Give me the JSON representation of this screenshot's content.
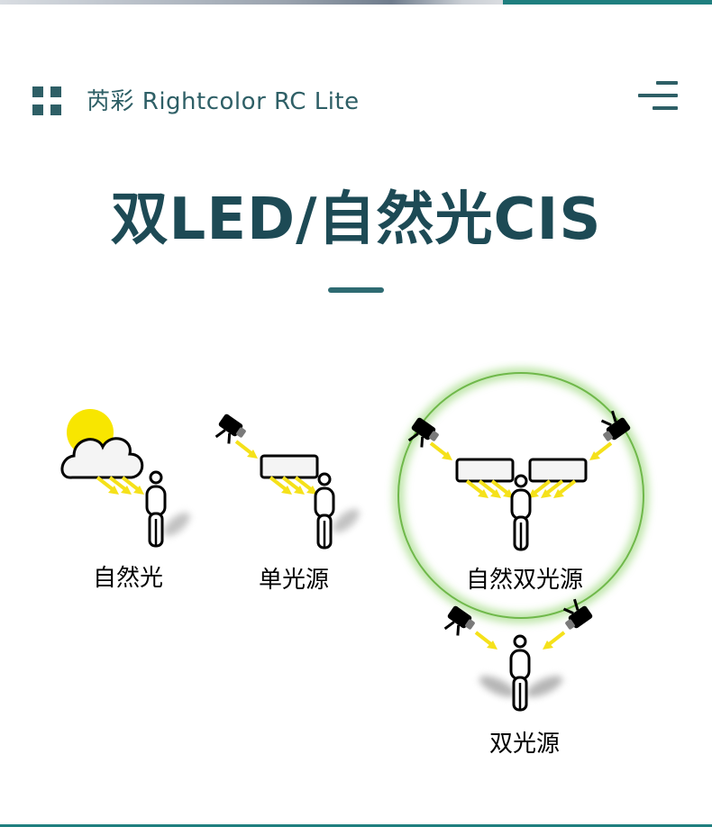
{
  "header": {
    "brand": "芮彩 Rightcolor RC  Lite"
  },
  "hero": {
    "title": "双LED/自然光CIS"
  },
  "diagram": {
    "labels": {
      "natural_light": "自然光",
      "single_light": "单光源",
      "natural_dual_light": "自然双光源",
      "dual_light": "双光源"
    },
    "colors": {
      "accent": "#1f7f7f",
      "title": "#1d4a55",
      "arrow": "#f5e11a",
      "sun": "#f8e600",
      "halo": "#8fd36a"
    }
  }
}
